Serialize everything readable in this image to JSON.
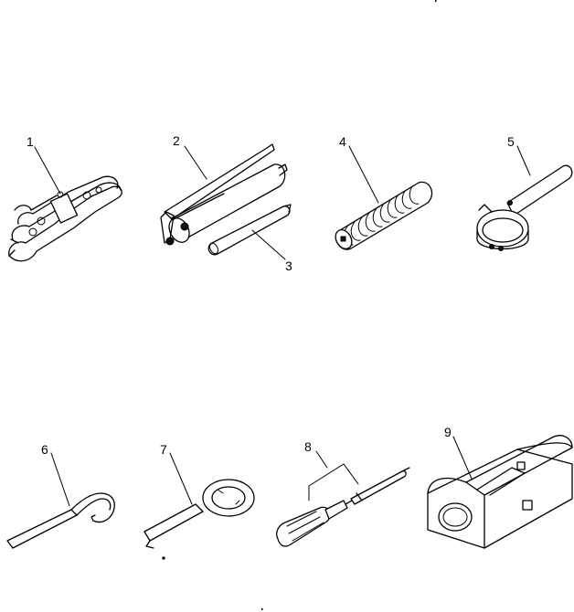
{
  "parts": [
    {
      "number": "1",
      "icon": "wrench-set-icon"
    },
    {
      "number": "2",
      "icon": "grease-gun-icon"
    },
    {
      "number": "3",
      "icon": "grease-gun-nozzle-icon"
    },
    {
      "number": "4",
      "icon": "coil-spring-icon"
    },
    {
      "number": "5",
      "icon": "filter-wrench-icon"
    },
    {
      "number": "6",
      "icon": "hook-spanner-icon"
    },
    {
      "number": "7",
      "icon": "ring-spanner-icon"
    },
    {
      "number": "8",
      "icon": "screwdriver-icon"
    },
    {
      "number": "9",
      "icon": "tool-box-icon"
    }
  ]
}
